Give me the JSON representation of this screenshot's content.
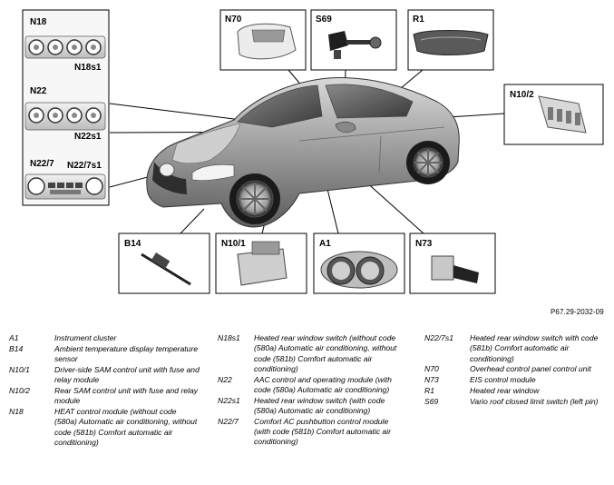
{
  "reference": "P67.29-2032-09",
  "callouts": {
    "n18": "N18",
    "n18s1": "N18s1",
    "n22": "N22",
    "n22s1": "N22s1",
    "n22_7": "N22/7",
    "n22_7s1": "N22/7s1",
    "n70": "N70",
    "s69": "S69",
    "r1": "R1",
    "n10_2": "N10/2",
    "b14": "B14",
    "n10_1": "N10/1",
    "a1": "A1",
    "n73": "N73"
  },
  "legend": {
    "col1": [
      {
        "code": "A1",
        "desc": "Instrument cluster"
      },
      {
        "code": "B14",
        "desc": "Ambient temperature display temperature sensor"
      },
      {
        "code": "N10/1",
        "desc": "Driver-side SAM control unit with fuse and relay module"
      },
      {
        "code": "N10/2",
        "desc": "Rear SAM control unit with fuse and relay module"
      },
      {
        "code": "N18",
        "desc": "HEAT control module (without code (580a) Automatic air conditioning, without code (581b) Comfort automatic air conditioning)"
      }
    ],
    "col2": [
      {
        "code": "N18s1",
        "desc": "Heated rear window switch (without code (580a) Automatic air conditioning, without code (581b) Comfort automatic air conditioning)"
      },
      {
        "code": "N22",
        "desc": "AAC control and operating module (with code (580a) Automatic air conditioning)"
      },
      {
        "code": "N22s1",
        "desc": "Heated rear window switch (with code (580a) Automatic air conditioning)"
      },
      {
        "code": "N22/7",
        "desc": "Comfort AC pushbutton control module (with code (581b) Comfort automatic air conditioning)"
      }
    ],
    "col3": [
      {
        "code": "N22/7s1",
        "desc": "Heated rear window switch with code (581b) Comfort automatic air conditioning)"
      },
      {
        "code": "N70",
        "desc": "Overhead control panel control unit"
      },
      {
        "code": "N73",
        "desc": "EIS control module"
      },
      {
        "code": "R1",
        "desc": "Heated rear window"
      },
      {
        "code": "S69",
        "desc": "Vario roof closed limit switch (left pin)"
      }
    ]
  }
}
